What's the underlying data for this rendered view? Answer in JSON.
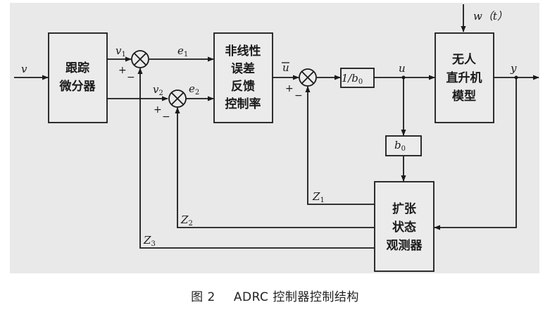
{
  "blocks": {
    "tracking_diff": [
      "跟踪",
      "微分器"
    ],
    "nonlinear_fb": [
      "非线性",
      "误差",
      "反馈",
      "控制率"
    ],
    "gain": "1/b",
    "gain_sub": "0",
    "b0": "b",
    "b0_sub": "0",
    "plant": [
      "无人",
      "直升机",
      "模型"
    ],
    "eso": [
      "扩张",
      "状态",
      "观测器"
    ]
  },
  "signals": {
    "v": "v",
    "v1": "v",
    "v1_sub": "1",
    "v2": "v",
    "v2_sub": "2",
    "e1": "e",
    "e1_sub": "1",
    "e2": "e",
    "e2_sub": "2",
    "u0": "u",
    "u": "u",
    "y": "y",
    "w": "w（t）",
    "z1": "Z",
    "z1_sub": "1",
    "z2": "Z",
    "z2_sub": "2",
    "z3": "Z",
    "z3_sub": "3"
  },
  "signs": {
    "plus": "+",
    "minus": "−"
  },
  "caption": {
    "figure": "图 2",
    "title": "ADRC 控制器控制结构"
  }
}
